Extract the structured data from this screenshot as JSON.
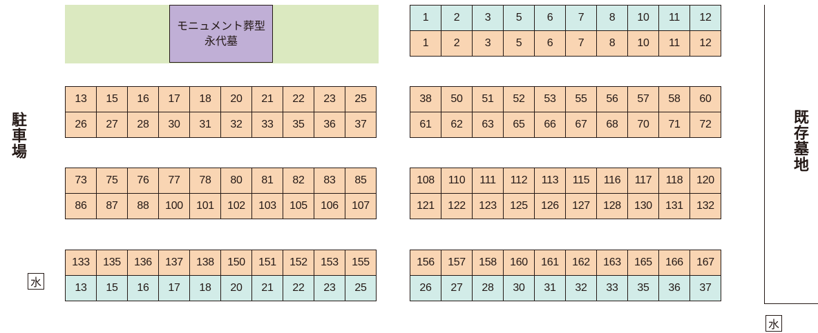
{
  "monument": {
    "line1": "モニュメント葬型",
    "line2": "永代墓"
  },
  "parking_label": "駐車場",
  "existing_label": "既存墓地",
  "water_label": "水",
  "colors": {
    "plot": "#f9d5b3",
    "special": "#d2ece8",
    "green": "#dbe9c0",
    "monument": "#c0afd6"
  },
  "blocks": [
    {
      "id": "top-right",
      "rows": [
        {
          "color": "teal",
          "cells": [
            "1",
            "2",
            "3",
            "5",
            "6",
            "7",
            "8",
            "10",
            "11",
            "12"
          ]
        },
        {
          "color": "orange",
          "cells": [
            "1",
            "2",
            "3",
            "5",
            "6",
            "7",
            "8",
            "10",
            "11",
            "12"
          ]
        }
      ]
    },
    {
      "id": "left-1",
      "rows": [
        {
          "color": "orange",
          "cells": [
            "13",
            "15",
            "16",
            "17",
            "18",
            "20",
            "21",
            "22",
            "23",
            "25"
          ]
        },
        {
          "color": "orange",
          "cells": [
            "26",
            "27",
            "28",
            "30",
            "31",
            "32",
            "33",
            "35",
            "36",
            "37"
          ]
        }
      ]
    },
    {
      "id": "right-1",
      "rows": [
        {
          "color": "orange",
          "cells": [
            "38",
            "50",
            "51",
            "52",
            "53",
            "55",
            "56",
            "57",
            "58",
            "60"
          ]
        },
        {
          "color": "orange",
          "cells": [
            "61",
            "62",
            "63",
            "65",
            "66",
            "67",
            "68",
            "70",
            "71",
            "72"
          ]
        }
      ]
    },
    {
      "id": "left-2",
      "rows": [
        {
          "color": "orange",
          "cells": [
            "73",
            "75",
            "76",
            "77",
            "78",
            "80",
            "81",
            "82",
            "83",
            "85"
          ]
        },
        {
          "color": "orange",
          "cells": [
            "86",
            "87",
            "88",
            "100",
            "101",
            "102",
            "103",
            "105",
            "106",
            "107"
          ]
        }
      ]
    },
    {
      "id": "right-2",
      "rows": [
        {
          "color": "orange",
          "cells": [
            "108",
            "110",
            "111",
            "112",
            "113",
            "115",
            "116",
            "117",
            "118",
            "120"
          ]
        },
        {
          "color": "orange",
          "cells": [
            "121",
            "122",
            "123",
            "125",
            "126",
            "127",
            "128",
            "130",
            "131",
            "132"
          ]
        }
      ]
    },
    {
      "id": "left-3",
      "rows": [
        {
          "color": "orange",
          "cells": [
            "133",
            "135",
            "136",
            "137",
            "138",
            "150",
            "151",
            "152",
            "153",
            "155"
          ]
        },
        {
          "color": "teal",
          "cells": [
            "13",
            "15",
            "16",
            "17",
            "18",
            "20",
            "21",
            "22",
            "23",
            "25"
          ]
        }
      ]
    },
    {
      "id": "right-3",
      "rows": [
        {
          "color": "orange",
          "cells": [
            "156",
            "157",
            "158",
            "160",
            "161",
            "162",
            "163",
            "165",
            "166",
            "167"
          ]
        },
        {
          "color": "teal",
          "cells": [
            "26",
            "27",
            "28",
            "30",
            "31",
            "32",
            "33",
            "35",
            "36",
            "37"
          ]
        }
      ]
    }
  ]
}
